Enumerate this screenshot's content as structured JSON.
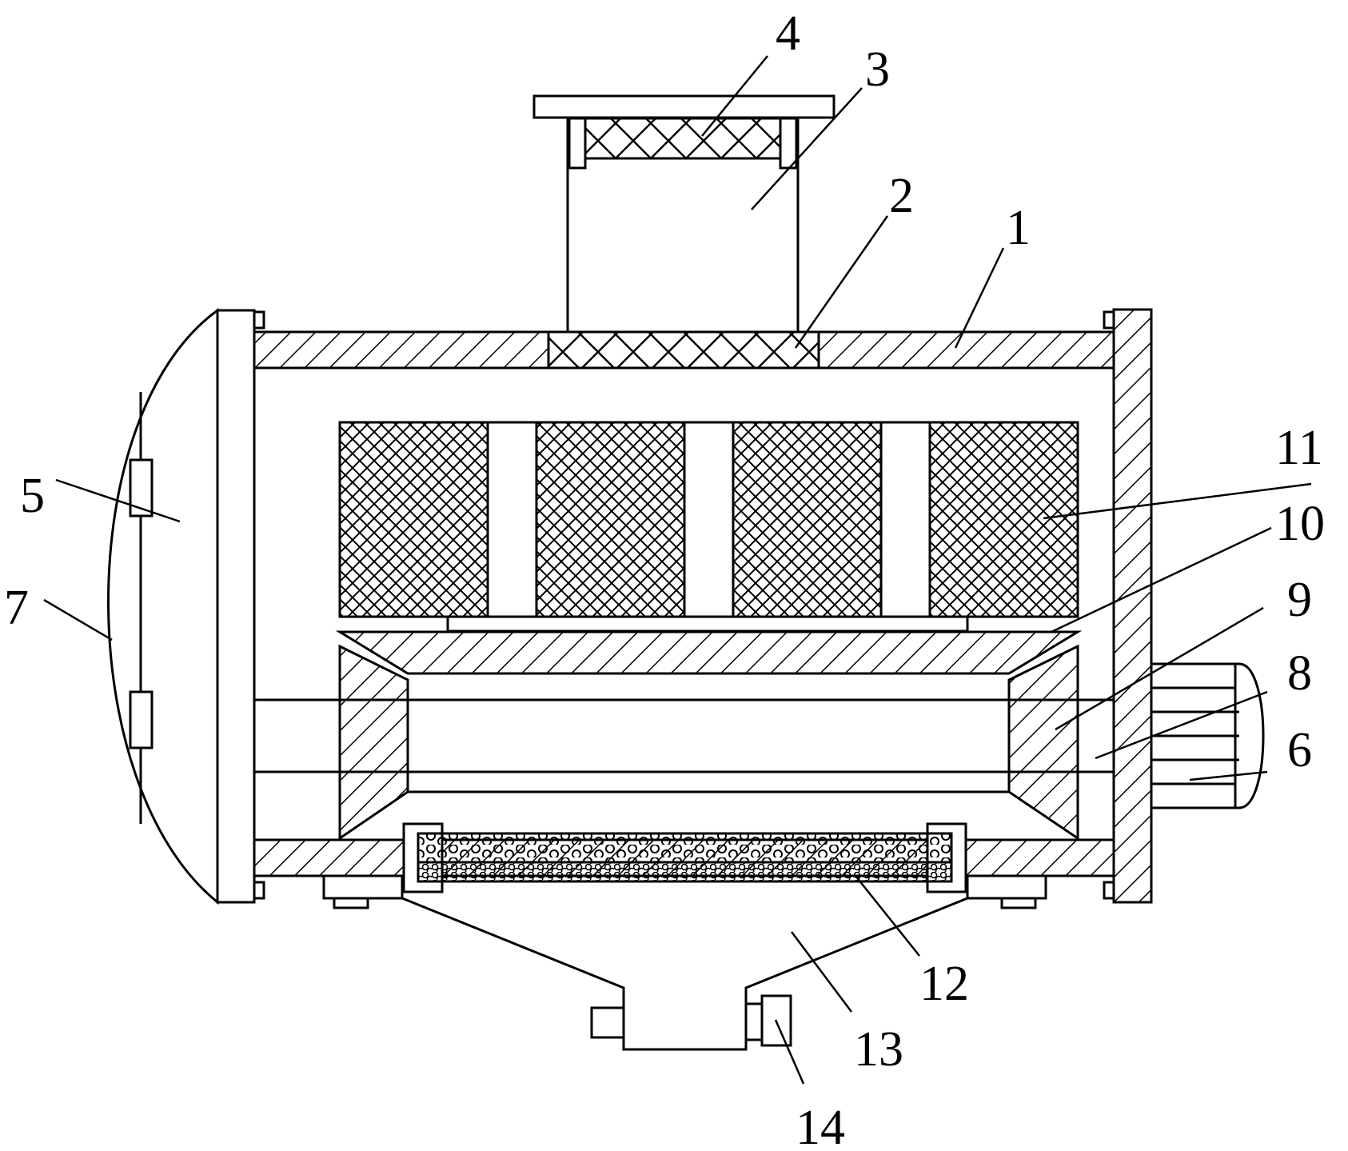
{
  "labels": [
    {
      "id": "1",
      "text": "1"
    },
    {
      "id": "2",
      "text": "2"
    },
    {
      "id": "3",
      "text": "3"
    },
    {
      "id": "4",
      "text": "4"
    },
    {
      "id": "5",
      "text": "5"
    },
    {
      "id": "6",
      "text": "6"
    },
    {
      "id": "7",
      "text": "7"
    },
    {
      "id": "8",
      "text": "8"
    },
    {
      "id": "9",
      "text": "9"
    },
    {
      "id": "10",
      "text": "10"
    },
    {
      "id": "11",
      "text": "11"
    },
    {
      "id": "12",
      "text": "12"
    },
    {
      "id": "13",
      "text": "13"
    },
    {
      "id": "14",
      "text": "14"
    }
  ],
  "colors": {
    "stroke": "#000000",
    "fill": "#ffffff"
  }
}
